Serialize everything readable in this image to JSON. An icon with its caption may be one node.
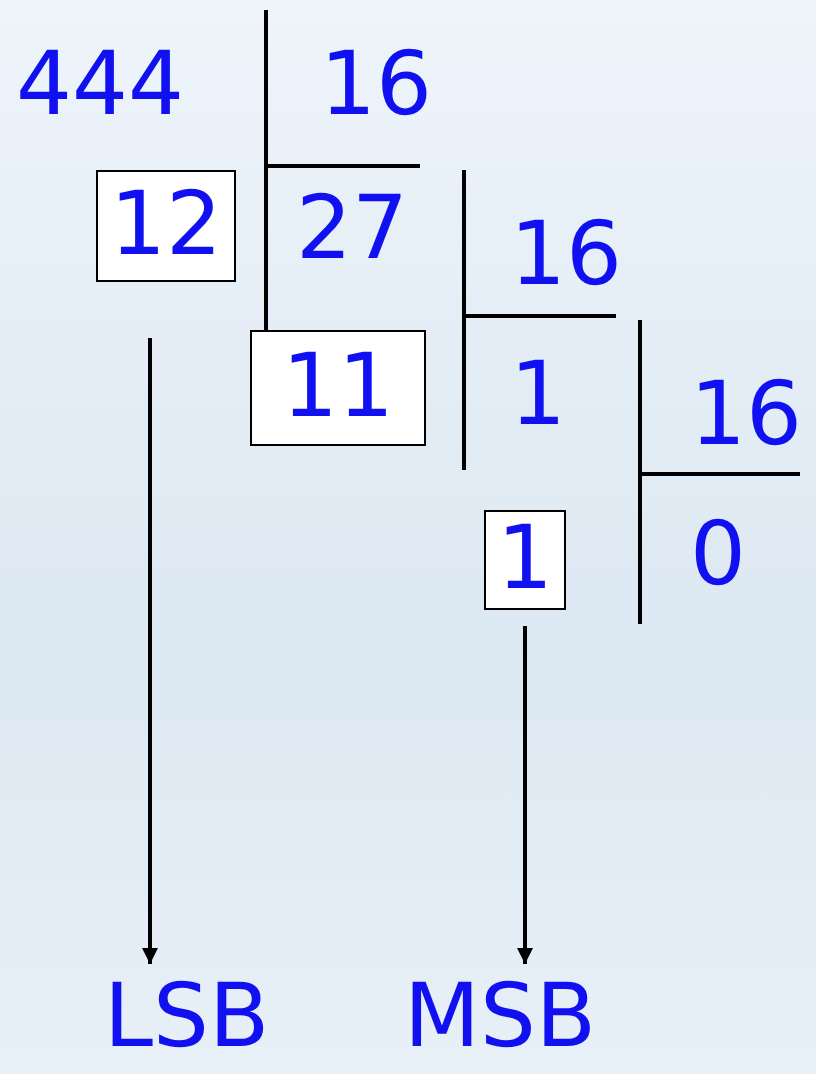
{
  "diagram": {
    "nodes": [
      {
        "text": [
          "12"
        ]
      },
      {
        "text": [
          "11"
        ]
      },
      {
        "text": [
          "1"
        ]
      },
      {
        "text": [
          "LSB"
        ]
      },
      {
        "text": [
          "MSB"
        ]
      }
    ],
    "edges": [
      {
        "from": 0,
        "to": 3,
        "arrow": "to"
      },
      {
        "from": 2,
        "to": 4,
        "arrow": "to"
      }
    ],
    "labels": [
      "444",
      "16",
      "27",
      "16",
      "1",
      "16",
      "0"
    ]
  }
}
